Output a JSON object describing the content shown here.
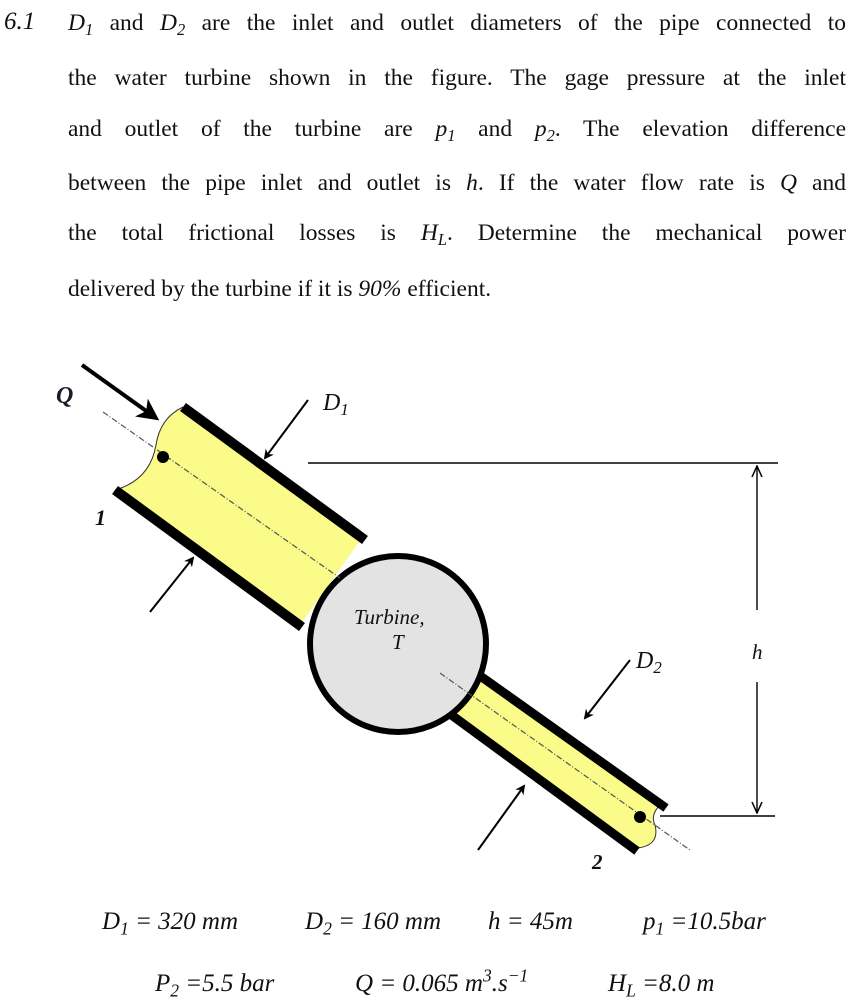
{
  "problem": {
    "number": "6.1",
    "lines": [
      {
        "parts": [
          "",
          "D",
          "1",
          " and ",
          "D",
          "2",
          " are the inlet and outlet diameters of the pipe connected to"
        ]
      },
      {
        "text": "the water turbine shown in the figure. The gage pressure at the inlet"
      },
      {
        "pre": "and outlet of the turbine are ",
        "v1": "p",
        "s1": "1",
        "mid": " and ",
        "v2": "p",
        "s2": "2",
        "post": ". The elevation difference"
      },
      {
        "pre": "between the pipe inlet and outlet is ",
        "v1": "h",
        "mid": ". If the water flow rate is ",
        "v2": "Q",
        "post": " and"
      },
      {
        "pre": "the total frictional losses is ",
        "v1": "H",
        "s1": "L",
        "post": ". Determine the mechanical power"
      },
      {
        "pre": "delivered by the turbine if it is ",
        "v1": "90%",
        "post": " efficient."
      }
    ]
  },
  "figure": {
    "labels": {
      "flow": "Q",
      "inlet_diameter": {
        "var": "D",
        "sub": "1"
      },
      "outlet_diameter": {
        "var": "D",
        "sub": "2"
      },
      "station_1": "1",
      "station_2": "2",
      "turbine_line1": "Turbine,",
      "turbine_line2": "T",
      "elevation": "h"
    },
    "colors": {
      "pipe_fill": "#fbfb8a",
      "pipe_wall": "#000000",
      "turbine_fill": "#e3e3e3",
      "centerline": "#555555"
    }
  },
  "givens": {
    "row1": [
      {
        "var": "D",
        "sub": "1",
        "rest": " = 320 mm"
      },
      {
        "var": "D",
        "sub": "2",
        "rest": " = 160 mm"
      },
      {
        "var": "h",
        "sub": "",
        "rest": " = 45m"
      },
      {
        "var": "p",
        "sub": "1",
        "rest": " =10.5bar"
      }
    ],
    "row2": [
      {
        "var": "P",
        "sub": "2",
        "rest": " =5.5 bar"
      },
      {
        "var": "Q",
        "sub": "",
        "rest": " = 0.065 m",
        "sup1": "3",
        "mid": ".s",
        "sup2": "−1"
      },
      {
        "var": "H",
        "sub": "L",
        "rest": " =8.0 m"
      }
    ]
  }
}
